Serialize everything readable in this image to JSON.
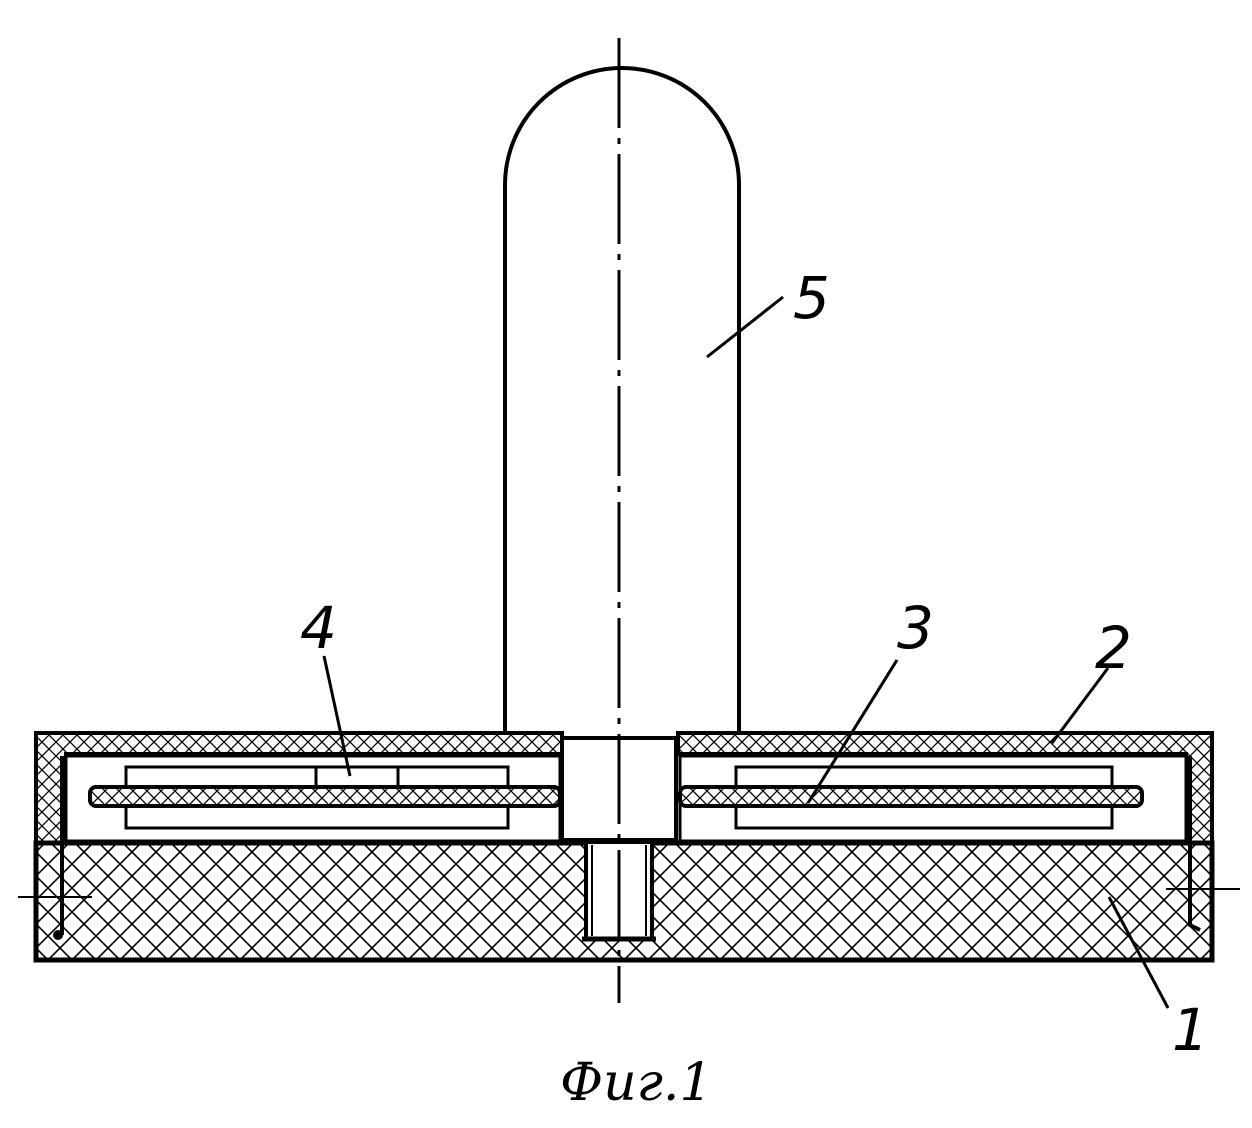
{
  "colors": {
    "ink": "#000000",
    "paper": "#ffffff"
  },
  "labels": {
    "part1": "1",
    "part2": "2",
    "part3": "3",
    "part4": "4",
    "part5": "5"
  },
  "caption": "Фиг.1"
}
